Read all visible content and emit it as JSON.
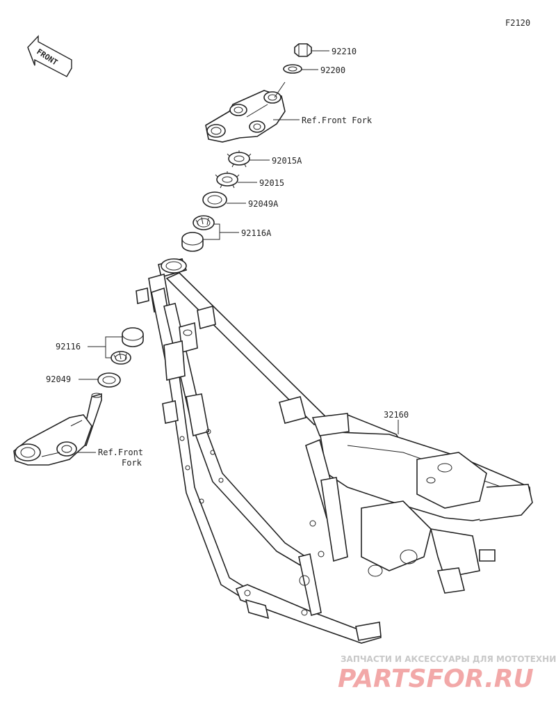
{
  "diagram_code": "F2120",
  "direction_label": "FRONT",
  "callouts": [
    {
      "id": "p92210",
      "number": "92210"
    },
    {
      "id": "p92200",
      "number": "92200"
    },
    {
      "id": "ref_top",
      "line1": "Ref.Front Fork"
    },
    {
      "id": "p92015A",
      "number": "92015A"
    },
    {
      "id": "p92015",
      "number": "92015"
    },
    {
      "id": "p92049A",
      "number": "92049A"
    },
    {
      "id": "p92116A",
      "number": "92116A"
    },
    {
      "id": "p92116",
      "number": "92116"
    },
    {
      "id": "p92049",
      "number": "92049"
    },
    {
      "id": "ref_bottom",
      "line1": "Ref.Front",
      "line2": "Fork"
    },
    {
      "id": "p32160",
      "number": "32160"
    }
  ],
  "watermark": {
    "caption": "ЗАПЧАСТИ И АКСЕССУАРЫ ДЛЯ МОТОТЕХНИКИ",
    "logo": "PARTSFOR.RU"
  }
}
